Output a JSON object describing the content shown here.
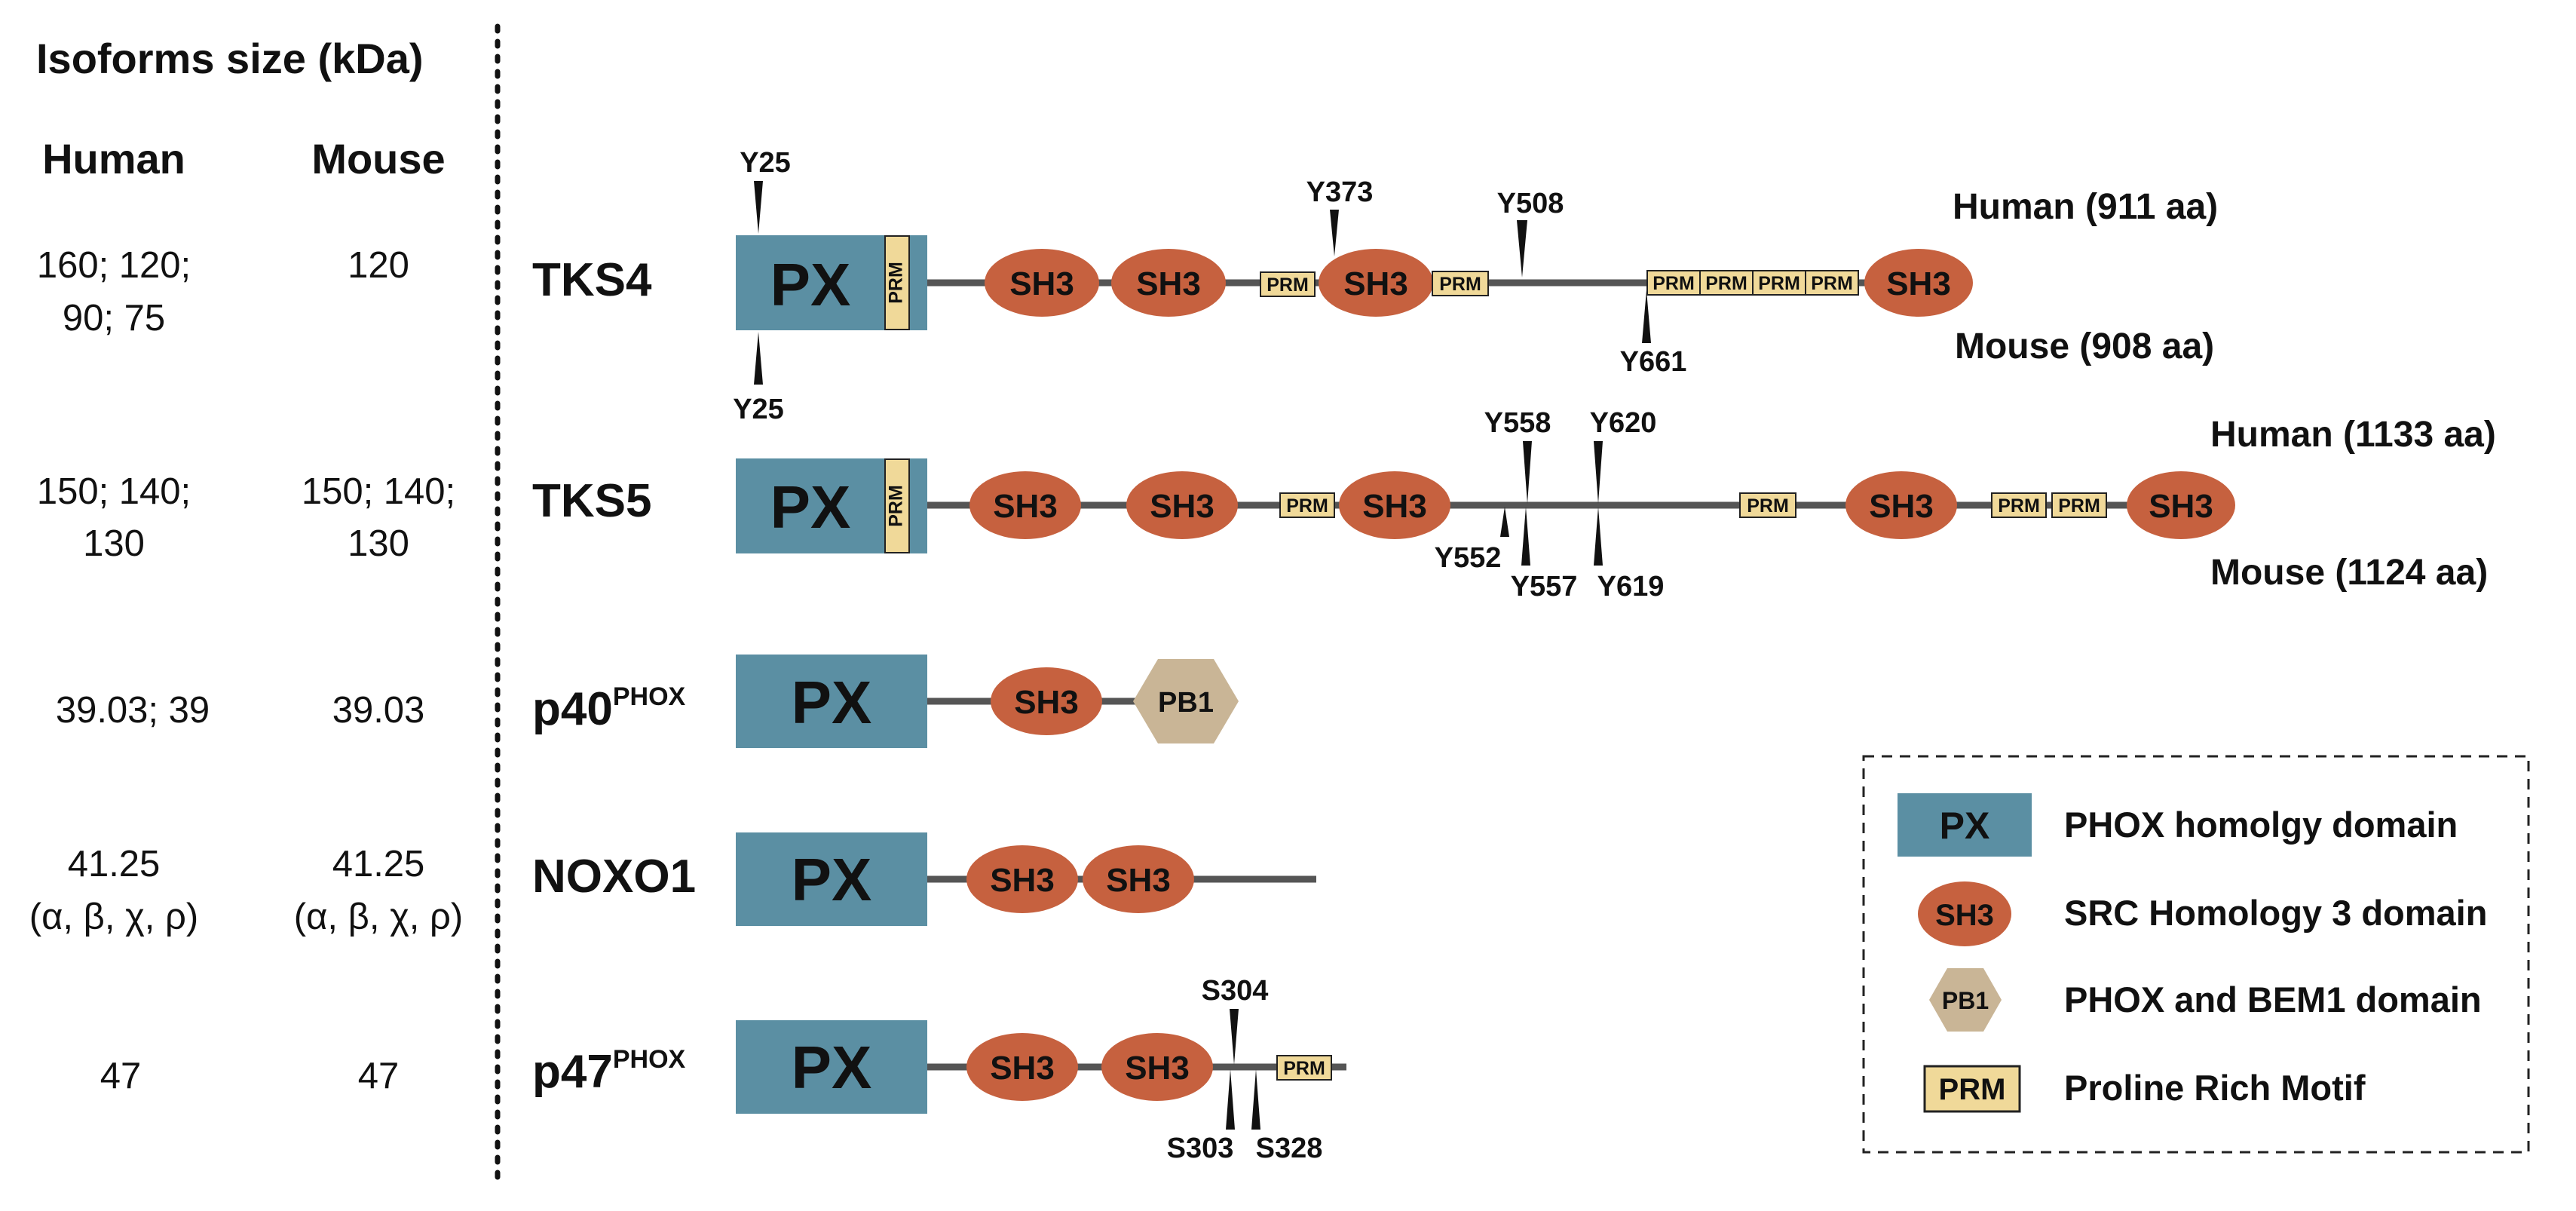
{
  "header": {
    "title": "Isoforms size (kDa)",
    "human_label": "Human",
    "mouse_label": "Mouse"
  },
  "colors": {
    "px": "#5b8fa3",
    "sh3": "#c6613f",
    "prm": "#f0d999",
    "pb1": "#c9b596",
    "line": "#555555"
  },
  "proteins": [
    {
      "name": "TKS4",
      "superscript": "",
      "human_size": [
        "160; 120;",
        "90; 75"
      ],
      "mouse_size": [
        "120"
      ],
      "domains": [
        "PX",
        "PRM",
        "SH3",
        "SH3",
        "PRM",
        "SH3",
        "PRM",
        "PRM",
        "PRM",
        "PRM",
        "PRM",
        "SH3"
      ],
      "sites": [
        "Y25",
        "Y373",
        "Y508",
        "Y25",
        "Y661"
      ],
      "length_human": "Human (911 aa)",
      "length_mouse": "Mouse (908 aa)"
    },
    {
      "name": "TKS5",
      "superscript": "",
      "human_size": [
        "150; 140;",
        "130"
      ],
      "mouse_size": [
        "150; 140;",
        "130"
      ],
      "domains": [
        "PX",
        "PRM",
        "SH3",
        "SH3",
        "PRM",
        "SH3",
        "PRM",
        "SH3",
        "PRM",
        "PRM",
        "SH3"
      ],
      "sites": [
        "Y558",
        "Y620",
        "Y552",
        "Y557",
        "Y619"
      ],
      "length_human": "Human (1133 aa)",
      "length_mouse": "Mouse (1124 aa)"
    },
    {
      "name": "p40",
      "superscript": "PHOX",
      "human_size": [
        "39.03; 39"
      ],
      "mouse_size": [
        "39.03"
      ],
      "domains": [
        "PX",
        "SH3",
        "PB1"
      ],
      "sites": []
    },
    {
      "name": "NOXO1",
      "superscript": "",
      "human_size": [
        "41.25",
        "(α, β, χ, ρ)"
      ],
      "mouse_size": [
        "41.25",
        "(α, β, χ, ρ)"
      ],
      "domains": [
        "PX",
        "SH3",
        "SH3"
      ],
      "sites": []
    },
    {
      "name": "p47",
      "superscript": "PHOX",
      "human_size": [
        "47"
      ],
      "mouse_size": [
        "47"
      ],
      "domains": [
        "PX",
        "SH3",
        "SH3",
        "PRM"
      ],
      "sites": [
        "S304",
        "S303",
        "S328"
      ]
    }
  ],
  "legend": [
    {
      "symbol": "PX",
      "label": "PHOX homolgy domain"
    },
    {
      "symbol": "SH3",
      "label": "SRC Homology 3 domain"
    },
    {
      "symbol": "PB1",
      "label": "PHOX and BEM1 domain"
    },
    {
      "symbol": "PRM",
      "label": "Proline Rich Motif"
    }
  ]
}
